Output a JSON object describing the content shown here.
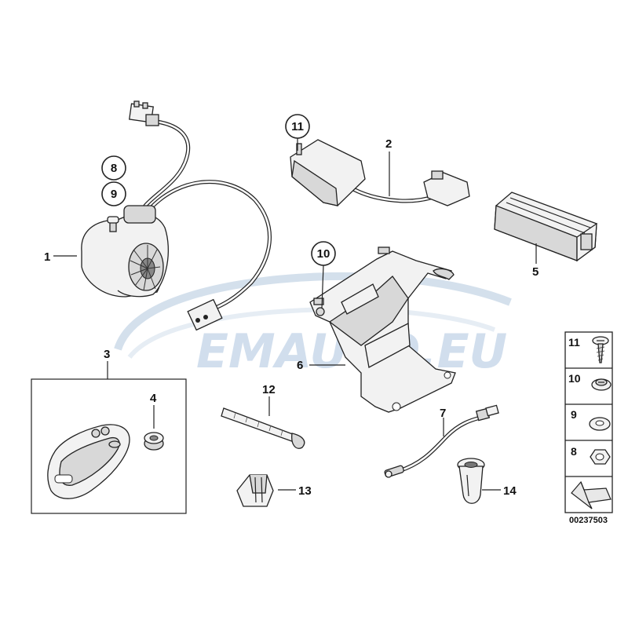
{
  "watermark": {
    "text": "EMAUTO.EU",
    "color_light": "#c9d9ea",
    "color_red": "#e9b9b9"
  },
  "callouts": {
    "c1": "1",
    "c2": "2",
    "c3": "3",
    "c4": "4",
    "c5": "5",
    "c6": "6",
    "c7": "7",
    "c8": "8",
    "c9": "9",
    "c10": "10",
    "c11": "11",
    "c12": "12",
    "c13": "13",
    "c14": "14"
  },
  "legend": {
    "rows": [
      {
        "number": "11",
        "icon": "screw-icon"
      },
      {
        "number": "10",
        "icon": "washer-screw-icon"
      },
      {
        "number": "9",
        "icon": "washer-icon"
      },
      {
        "number": "8",
        "icon": "hex-nut-icon"
      }
    ],
    "arrow_icon": "direction-arrow-icon"
  },
  "diagram_code": "00237503"
}
